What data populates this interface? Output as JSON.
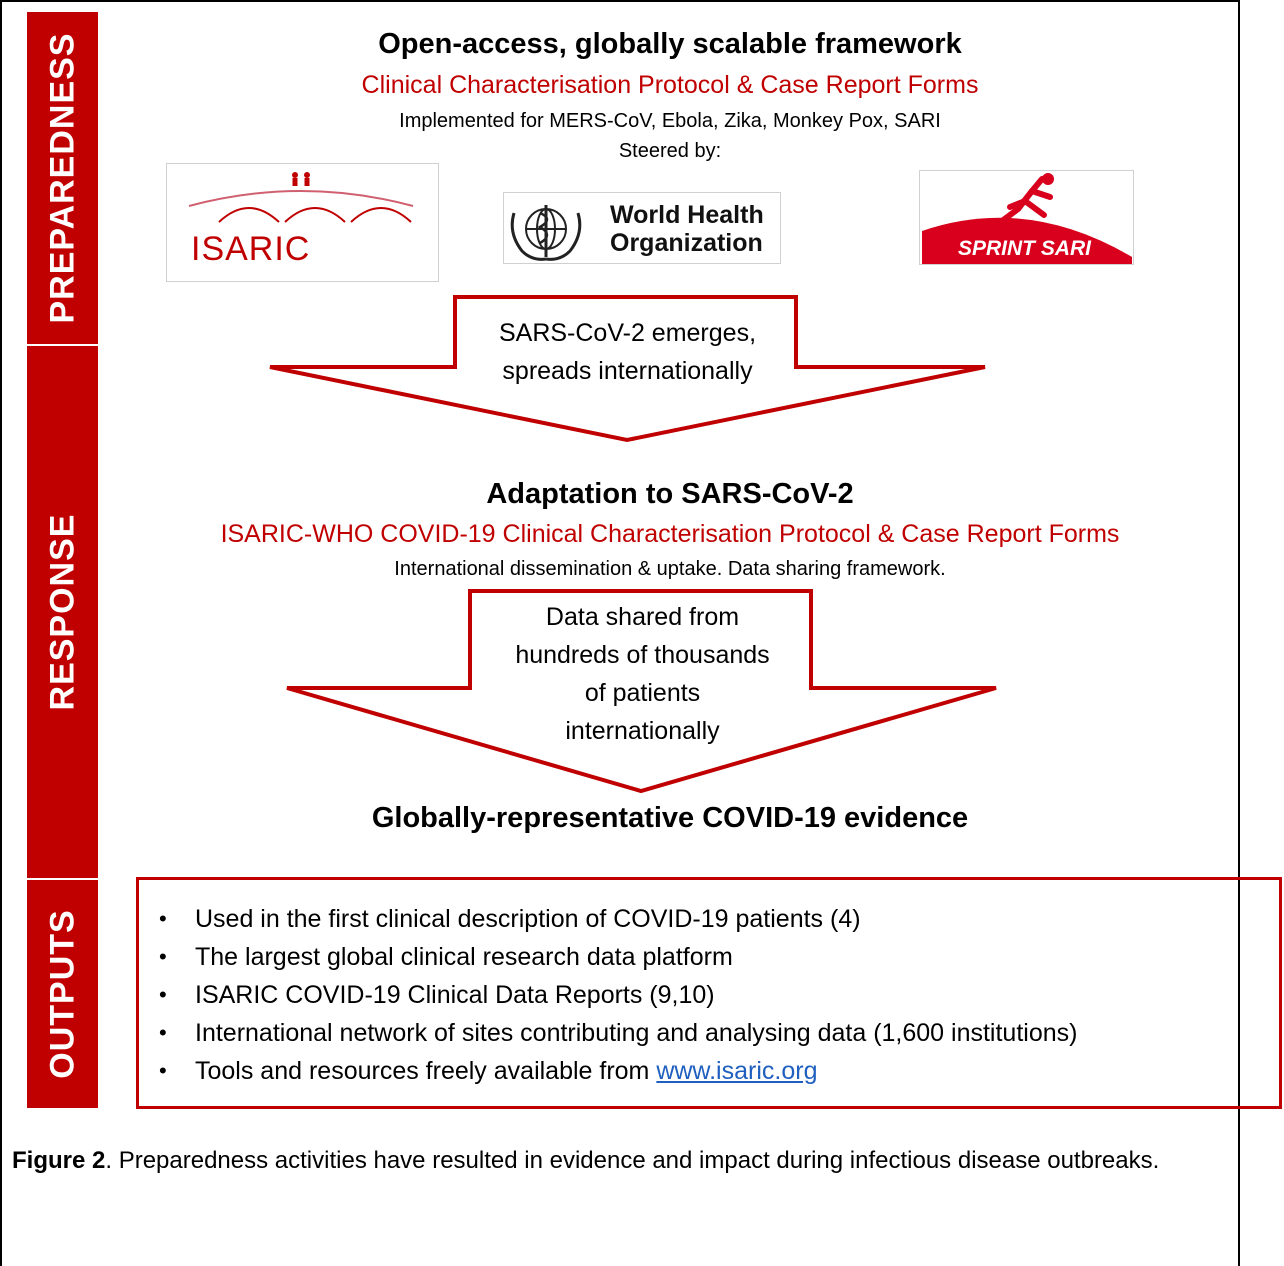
{
  "bands": {
    "preparedness": "PREPAREDNESS",
    "response": "RESPONSE",
    "outputs": "OUTPUTS"
  },
  "preparedness": {
    "title": "Open-access, globally scalable framework",
    "subtitle": "Clinical Characterisation Protocol & Case Report Forms",
    "implemented": "Implemented for MERS-CoV, Ebola, Zika, Monkey Pox, SARI",
    "steered": "Steered by:"
  },
  "logos": {
    "isaric": "ISARIC",
    "who_line1": "World Health",
    "who_line2": "Organization",
    "sprint": "SPRINT SARI"
  },
  "arrow1": {
    "line1": "SARS-CoV-2 emerges,",
    "line2": "spreads internationally"
  },
  "response": {
    "title": "Adaptation to SARS-CoV-2",
    "subtitle": "ISARIC-WHO COVID-19 Clinical Characterisation Protocol & Case Report Forms",
    "note": "International dissemination & uptake. Data sharing framework."
  },
  "arrow2": {
    "line1": "Data shared from",
    "line2": "hundreds of thousands",
    "line3": "of patients",
    "line4": "internationally"
  },
  "evidence": "Globally-representative COVID-19 evidence",
  "outputs": {
    "items": [
      "Used in the first clinical description of COVID-19 patients (4)",
      "The largest global clinical research data platform",
      "ISARIC COVID-19 Clinical Data Reports (9,10)",
      "International network of sites contributing and analysing data (1,600 institutions)"
    ],
    "last_prefix": "Tools and resources freely available from ",
    "last_link": "www.isaric.org"
  },
  "caption": {
    "label": "Figure 2",
    "text": ". Preparedness activities have resulted in evidence and impact during infectious disease outbreaks."
  },
  "colors": {
    "accent": "#c00000",
    "link": "#1f5fbf"
  }
}
